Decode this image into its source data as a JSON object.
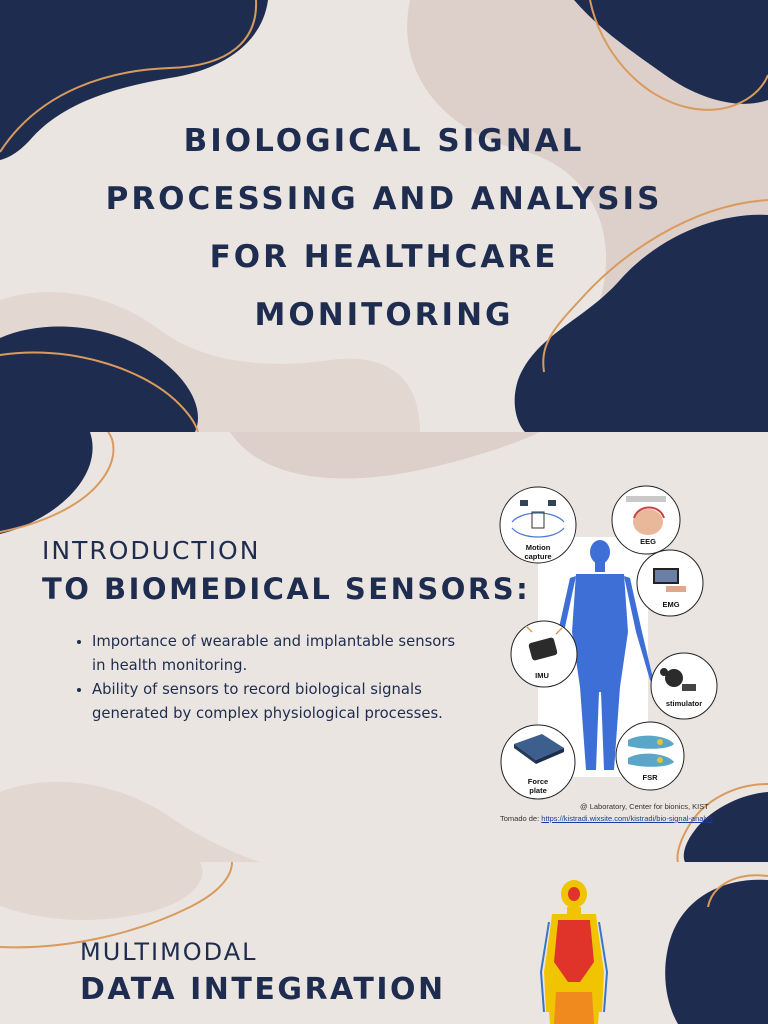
{
  "slide1": {
    "title_lines": [
      "BIOLOGICAL SIGNAL",
      "PROCESSING AND ANALYSIS",
      "FOR HEALTHCARE",
      "MONITORING"
    ]
  },
  "slide2": {
    "kicker": "INTRODUCTION",
    "headline": "TO BIOMEDICAL SENSORS:",
    "bullets": [
      "Importance of wearable and implantable sensors in health monitoring.",
      "Ability of sensors to record biological signals generated by complex physiological processes."
    ],
    "figure_labels": {
      "motion_capture": "Motion capture",
      "motion_line1": "Motion",
      "motion_line2": "capture",
      "eeg": "EEG",
      "emg": "EMG",
      "imu": "IMU",
      "stimulator": "stimulator",
      "force_plate_line1": "Force",
      "force_plate_line2": "plate",
      "fsr": "FSR"
    },
    "credit_line1": "@ Laboratory, Center for bionics, KIST",
    "credit_prefix": "Tomado de: ",
    "credit_url": "https://kistradi.wixsite.com/kistradi/bio-signal-analys"
  },
  "slide3": {
    "kicker": "MULTIMODAL",
    "headline": "DATA INTEGRATION"
  },
  "colors": {
    "navy": "#1e2d4f",
    "blush": "#ddcfc9",
    "background": "#ebe5e1",
    "orange_line": "#d99a5e",
    "body_blue": "#3d6fd6"
  }
}
